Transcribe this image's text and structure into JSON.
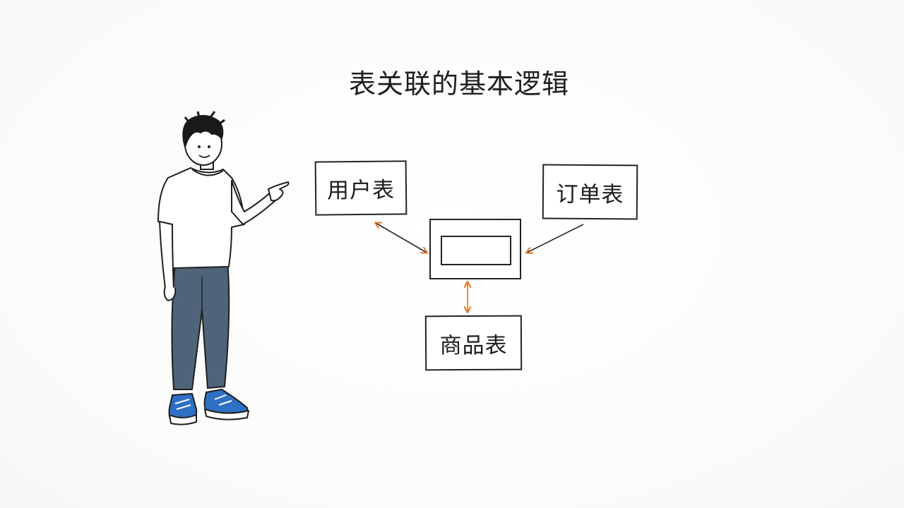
{
  "title": "表关联的基本逻辑",
  "tables": {
    "users": "用户表",
    "orders": "订单表",
    "goods": "商品表"
  },
  "colors": {
    "arrow": "#e8731f",
    "line": "#2a2a2a",
    "pants": "#4f6478",
    "shoes": "#2f6fc4"
  }
}
